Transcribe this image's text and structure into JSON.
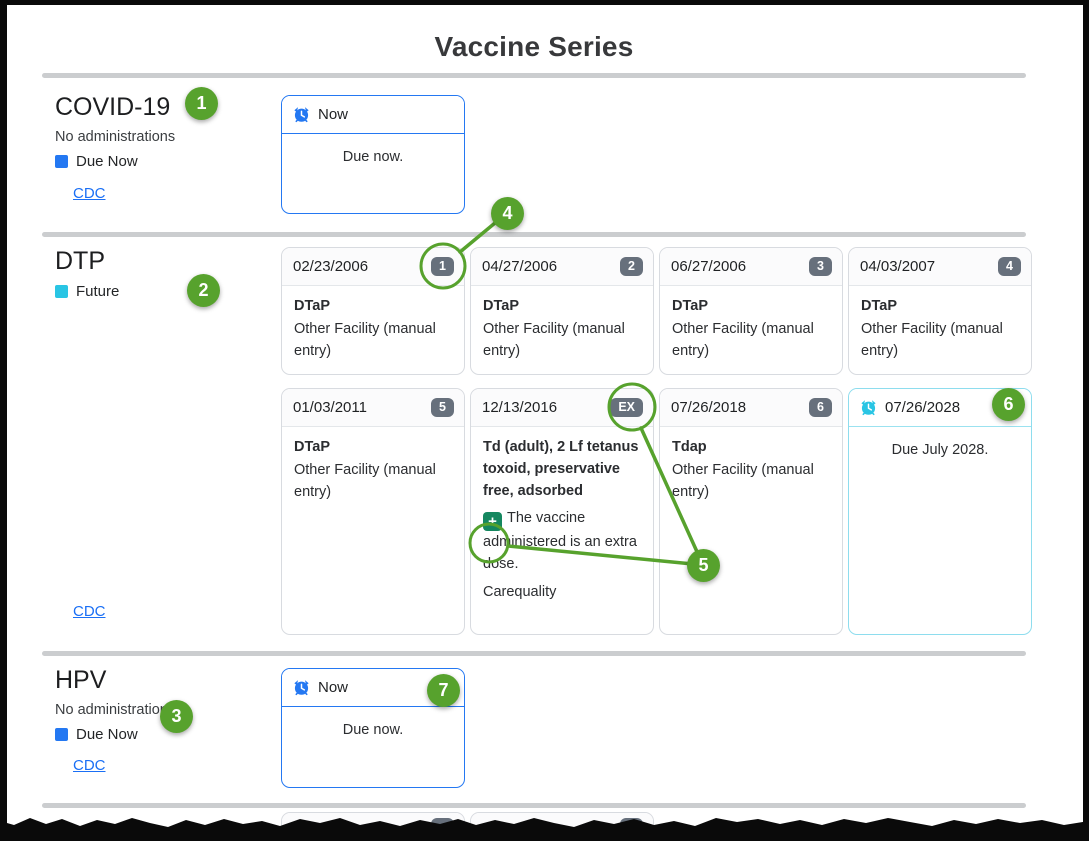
{
  "title": "Vaccine Series",
  "colors": {
    "due_now_blue": "#2478f2",
    "future_cyan": "#29c5e4",
    "callout_green": "#57a22d",
    "badge_gray": "#67707c",
    "extra_dose_green": "#15875f"
  },
  "callouts": [
    "1",
    "2",
    "3",
    "4",
    "5",
    "6",
    "7"
  ],
  "sections": {
    "covid": {
      "heading": "COVID-19",
      "subtitle": "No administrations",
      "legend": "Due Now",
      "cdc": "CDC",
      "due_card": {
        "header": "Now",
        "body": "Due now."
      }
    },
    "dtp": {
      "heading": "DTP",
      "legend": "Future",
      "cdc": "CDC",
      "doses": [
        {
          "date": "02/23/2006",
          "badge": "1",
          "name": "DTaP",
          "facility": "Other Facility (manual entry)"
        },
        {
          "date": "04/27/2006",
          "badge": "2",
          "name": "DTaP",
          "facility": "Other Facility (manual entry)"
        },
        {
          "date": "06/27/2006",
          "badge": "3",
          "name": "DTaP",
          "facility": "Other Facility (manual entry)"
        },
        {
          "date": "04/03/2007",
          "badge": "4",
          "name": "DTaP",
          "facility": "Other Facility (manual entry)"
        },
        {
          "date": "01/03/2011",
          "badge": "5",
          "name": "DTaP",
          "facility": "Other Facility (manual entry)"
        },
        {
          "date": "12/13/2016",
          "badge": "EX",
          "name": "Td (adult), 2 Lf tetanus toxoid, preservative free, adsorbed",
          "note": "The vaccine administered is an extra dose.",
          "source": "Carequality"
        },
        {
          "date": "07/26/2018",
          "badge": "6",
          "name": "Tdap",
          "facility": "Other Facility (manual entry)"
        }
      ],
      "future_card": {
        "header": "07/26/2028",
        "body": "Due July 2028."
      }
    },
    "hpv": {
      "heading": "HPV",
      "subtitle": "No administrations",
      "legend": "Due Now",
      "cdc": "CDC",
      "due_card": {
        "header": "Now",
        "body": "Due now."
      }
    }
  }
}
